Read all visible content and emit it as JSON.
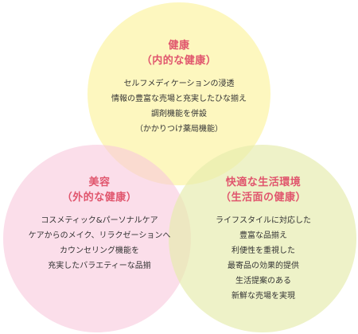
{
  "diagram": {
    "circles": [
      {
        "id": "top",
        "title": [
          "健康",
          "（内的な健康）"
        ],
        "lines": [
          "セルフメディケーションの浸透",
          "情報の豊富な売場と充実したひな揃え",
          "調剤機能を併設",
          "（かかりつけ薬局機能）"
        ],
        "color": "#fbf298"
      },
      {
        "id": "left",
        "title": [
          "美容",
          "（外的な健康）"
        ],
        "lines": [
          "コスメティック&パーソナルケア",
          "ケアからのメイク、リラクゼーションへ",
          "カウンセリング機能を",
          "充実したバラエティーな品揃"
        ],
        "color": "#f8c8dc"
      },
      {
        "id": "right",
        "title": [
          "快適な生活環境",
          "（生活面の健康）"
        ],
        "lines": [
          "ライフスタイルに対応した",
          "豊富な品揃え",
          "利便性を重視した",
          "最寄品の効果的提供",
          "生活提案のある",
          "新鮮な売場を実現"
        ],
        "color": "#e6ecae"
      }
    ],
    "title_color": "#e0556d"
  }
}
